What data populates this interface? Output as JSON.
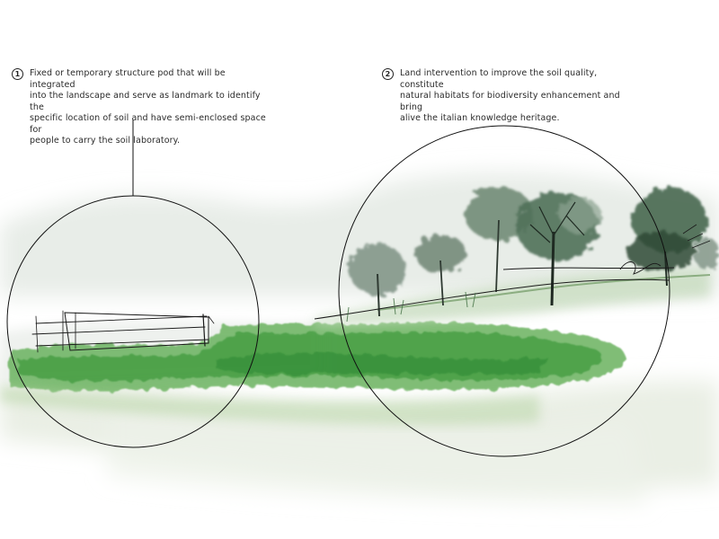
{
  "annotations": [
    {
      "number": "1",
      "text": "Fixed or temporary structure pod that will be integrated\ninto the landscape and serve as landmark to identify the\nspecific location of soil and have  semi-enclosed space for\npeople to carry the soil laboratory."
    },
    {
      "number": "2",
      "text": "Land intervention to improve the soil quality, constitute\nnatural habitats for biodiversity enhancement and bring\nalive the italian knowledge heritage."
    }
  ],
  "colors": {
    "grass_dark": "#3f9a3c",
    "grass_mid": "#6bb25e",
    "grass_light": "#b9d6a8",
    "mist": "#e3e8e3",
    "tree_dark": "#2f4a36",
    "tree_mid": "#6f8a76",
    "line": "#1a1a1a"
  }
}
